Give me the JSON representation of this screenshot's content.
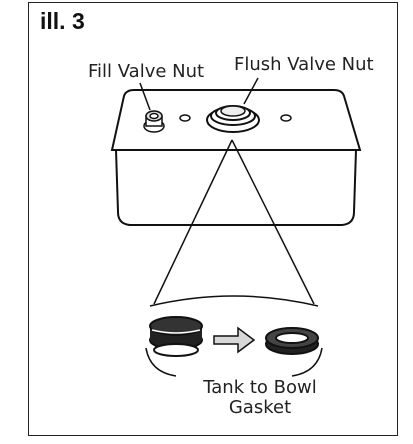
{
  "figure": {
    "title": "ill. 3",
    "labels": {
      "fill_valve_nut": "Fill Valve Nut",
      "flush_valve_nut": "Flush Valve Nut",
      "gasket_line1": "Tank to Bowl",
      "gasket_line2": "Gasket"
    }
  },
  "colors": {
    "stroke": "#111111",
    "fill": "#ffffff",
    "arrow": "#d8d8d8"
  }
}
